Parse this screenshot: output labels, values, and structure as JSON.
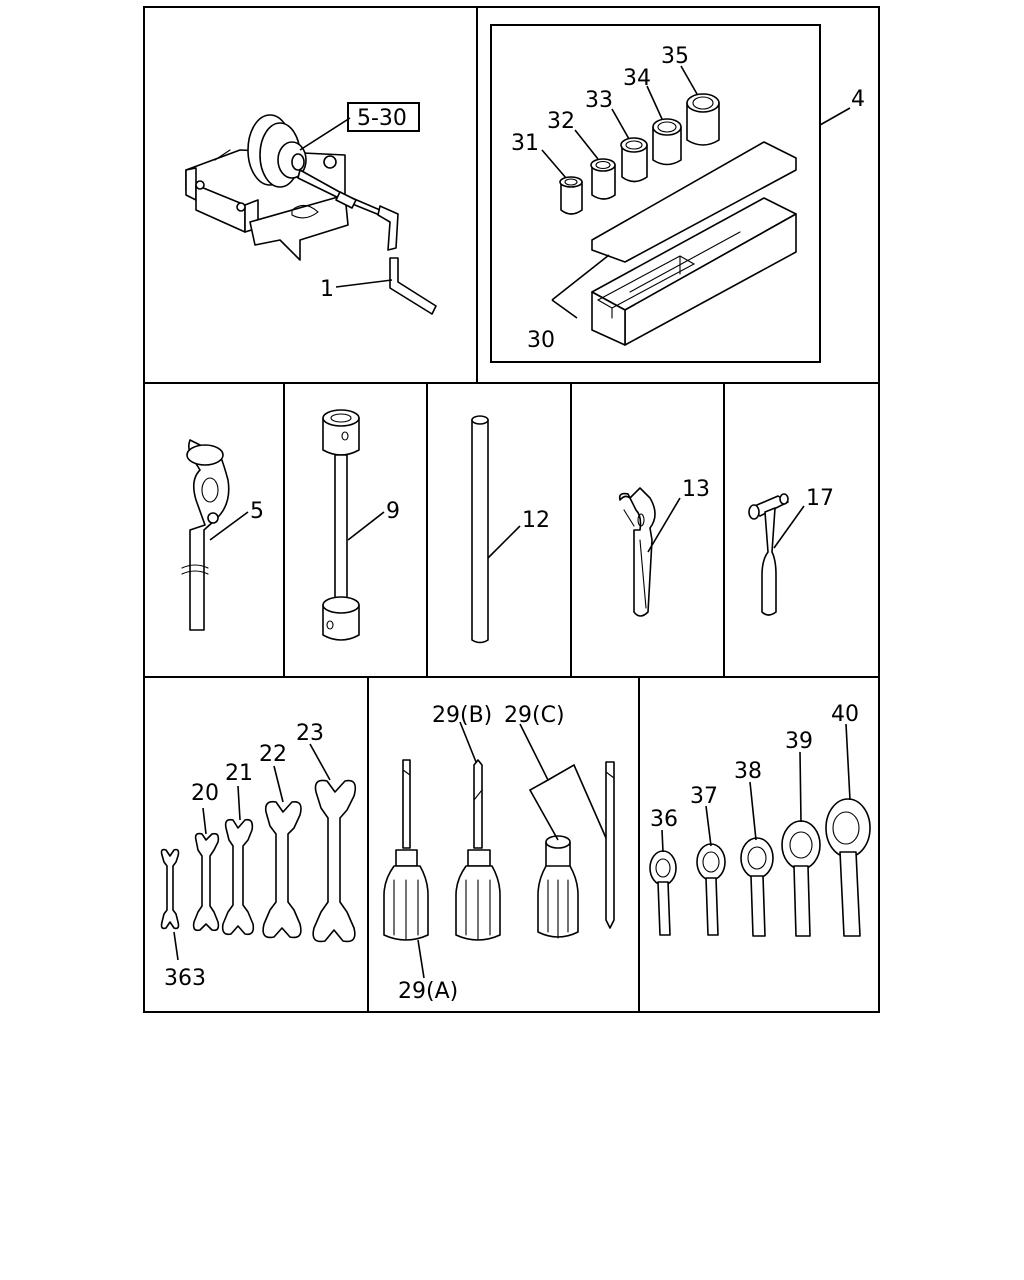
{
  "callouts": {
    "ref_5_30": "5-30",
    "c1": "1",
    "c4": "4",
    "c30": "30",
    "c31": "31",
    "c32": "32",
    "c33": "33",
    "c34": "34",
    "c35": "35",
    "c5": "5",
    "c9": "9",
    "c12": "12",
    "c13": "13",
    "c17": "17",
    "c363": "363",
    "c20": "20",
    "c21": "21",
    "c22": "22",
    "c23": "23",
    "c29a": "29(A)",
    "c29b": "29(B)",
    "c29c": "29(C)",
    "c36": "36",
    "c37": "37",
    "c38": "38",
    "c39": "39",
    "c40": "40"
  }
}
